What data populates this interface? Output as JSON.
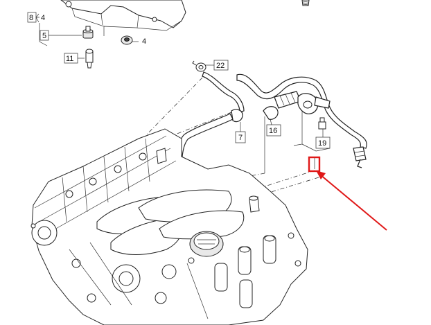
{
  "callouts": {
    "c8": "8",
    "c4a": "4",
    "c5": "5",
    "c4b": "4",
    "c11": "11",
    "c22": "22",
    "c7": "7",
    "c16": "16",
    "c19": "19"
  },
  "highlight": {
    "color": "#e01818"
  }
}
